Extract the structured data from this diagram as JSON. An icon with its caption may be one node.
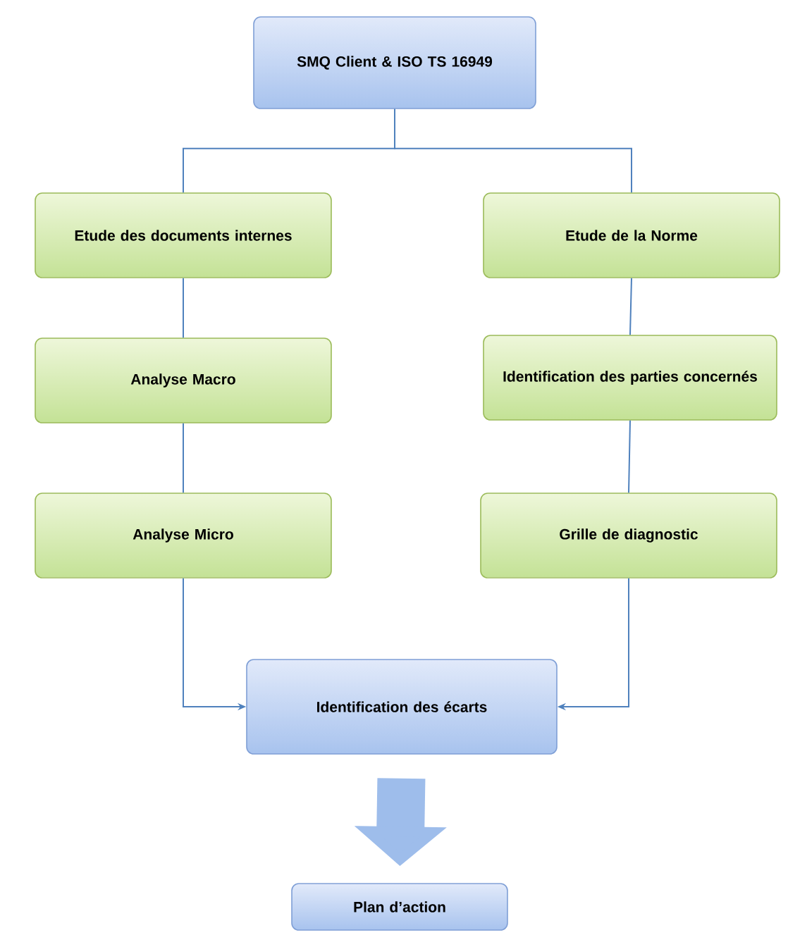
{
  "diagram": {
    "nodes": [
      {
        "text": [
          "SMQ Client & ISO TS 16949"
        ]
      },
      {
        "text": [
          "Etude des documents internes"
        ]
      },
      {
        "text": [
          "Analyse Macro"
        ]
      },
      {
        "text": [
          "Analyse Micro"
        ]
      },
      {
        "text": [
          "Etude de la Norme"
        ]
      },
      {
        "text": [
          "Identification des parties concernés"
        ]
      },
      {
        "text": [
          "Grille de diagnostic"
        ]
      },
      {
        "text": [
          "Identification des écarts"
        ]
      },
      {
        "text": [
          "Plan d’action"
        ]
      }
    ],
    "edges": [
      {
        "from": 0,
        "to": 1,
        "arrow": "none"
      },
      {
        "from": 0,
        "to": 4,
        "arrow": "none"
      },
      {
        "from": 1,
        "to": 2,
        "arrow": "none"
      },
      {
        "from": 2,
        "to": 3,
        "arrow": "none"
      },
      {
        "from": 4,
        "to": 5,
        "arrow": "none"
      },
      {
        "from": 5,
        "to": 6,
        "arrow": "none"
      },
      {
        "from": 3,
        "to": 7,
        "arrow": "to"
      },
      {
        "from": 6,
        "to": 7,
        "arrow": "to"
      },
      {
        "from": 7,
        "to": 8,
        "arrow": "to",
        "style": "thick"
      }
    ]
  }
}
